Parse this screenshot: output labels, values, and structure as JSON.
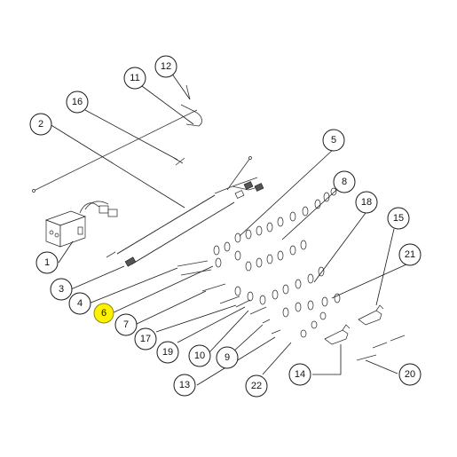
{
  "callouts": [
    {
      "label": "1",
      "highlight": false
    },
    {
      "label": "2",
      "highlight": false
    },
    {
      "label": "3",
      "highlight": false
    },
    {
      "label": "4",
      "highlight": false
    },
    {
      "label": "5",
      "highlight": false
    },
    {
      "label": "6",
      "highlight": true
    },
    {
      "label": "7",
      "highlight": false
    },
    {
      "label": "8",
      "highlight": false
    },
    {
      "label": "9",
      "highlight": false
    },
    {
      "label": "10",
      "highlight": false
    },
    {
      "label": "11",
      "highlight": false
    },
    {
      "label": "12",
      "highlight": false
    },
    {
      "label": "13",
      "highlight": false
    },
    {
      "label": "14",
      "highlight": false
    },
    {
      "label": "15",
      "highlight": false
    },
    {
      "label": "16",
      "highlight": false
    },
    {
      "label": "17",
      "highlight": false
    },
    {
      "label": "18",
      "highlight": false
    },
    {
      "label": "19",
      "highlight": false
    },
    {
      "label": "20",
      "highlight": false
    },
    {
      "label": "21",
      "highlight": false
    },
    {
      "label": "22",
      "highlight": false
    }
  ],
  "colors": {
    "highlight": "#fff200",
    "line": "#1a1a1a",
    "background": "#ffffff"
  }
}
